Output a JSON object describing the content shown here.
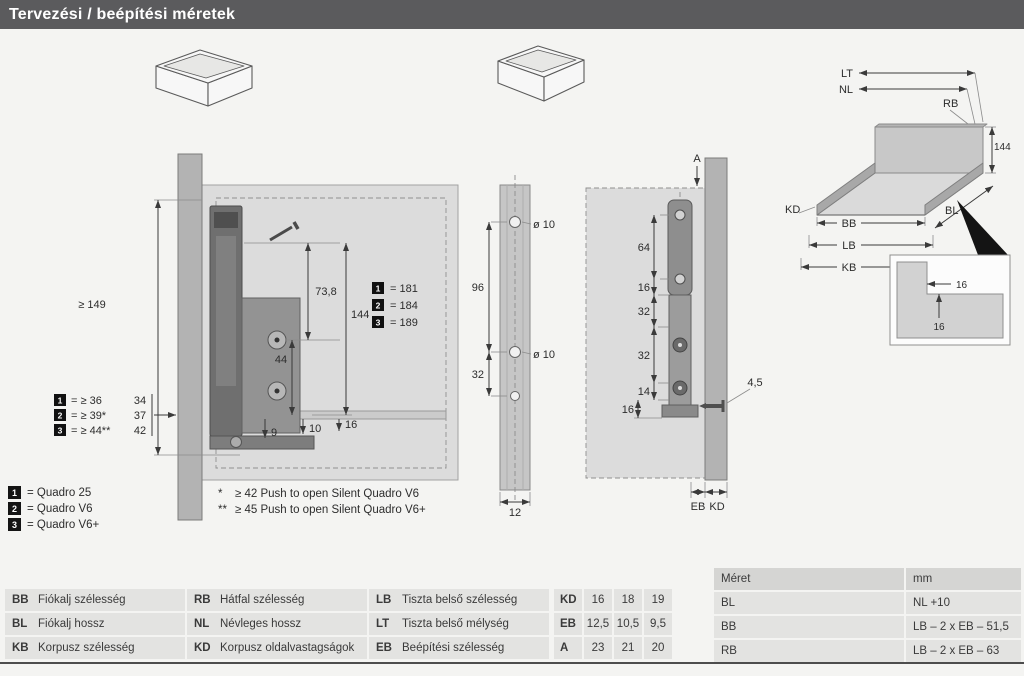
{
  "header": {
    "title": "Tervezési / beépítési méretek"
  },
  "side_view": {
    "dim_min_height": "≥ 149",
    "dim_hole_spacing": "73,8",
    "dim_back_height": "144",
    "dim_bottom_hole": "44",
    "dim_9": "9",
    "dim_10": "10",
    "dim_16": "16",
    "variants": [
      {
        "marker": "1",
        "value": "= 181"
      },
      {
        "marker": "2",
        "value": "= 184"
      },
      {
        "marker": "3",
        "value": "= 189"
      }
    ],
    "clearances": [
      {
        "marker": "1",
        "value": "= ≥ 36",
        "alt": "34"
      },
      {
        "marker": "2",
        "value": "= ≥ 39*",
        "alt": "37"
      },
      {
        "marker": "3",
        "value": "= ≥ 44**",
        "alt": "42"
      }
    ]
  },
  "legend": [
    {
      "marker": "1",
      "label": "= Quadro 25"
    },
    {
      "marker": "2",
      "label": "= Quadro V6"
    },
    {
      "marker": "3",
      "label": "= Quadro V6+"
    }
  ],
  "footnotes": [
    {
      "sym": "*",
      "text": "≥ 42 Push to open Silent Quadro V6"
    },
    {
      "sym": "**",
      "text": "≥ 45 Push to open Silent Quadro V6+"
    }
  ],
  "drill_view": {
    "dia_top": "ø 10",
    "dia_mid": "ø 10",
    "dim_96": "96",
    "dim_32": "32",
    "dim_12": "12"
  },
  "front_view": {
    "label_a": "A",
    "dim_64": "64",
    "dim_16_upper": "16",
    "dim_32_upper": "32",
    "dim_32_lower": "32",
    "dim_14": "14",
    "dim_16_lower": "16",
    "dim_screw": "4,5",
    "label_eb": "EB",
    "label_kd": "KD"
  },
  "iso_view": {
    "lt": "LT",
    "nl": "NL",
    "rb": "RB",
    "back_height": "144",
    "kd": "KD",
    "bb": "BB",
    "bl": "BL",
    "lb": "LB",
    "kb": "KB",
    "detail_16_h": "16",
    "detail_16_v": "16"
  },
  "abbr_table": {
    "rows": [
      [
        {
          "abbr": "BB",
          "label": "Fiókalj szélesség"
        },
        {
          "abbr": "RB",
          "label": "Hátfal szélesség"
        },
        {
          "abbr": "LB",
          "label": "Tiszta belső szélesség"
        }
      ],
      [
        {
          "abbr": "BL",
          "label": "Fiókalj hossz"
        },
        {
          "abbr": "NL",
          "label": "Névleges hossz"
        },
        {
          "abbr": "LT",
          "label": "Tiszta belső mélység"
        }
      ],
      [
        {
          "abbr": "KB",
          "label": "Korpusz szélesség"
        },
        {
          "abbr": "KD",
          "label": "Korpusz oldalvastagságok"
        },
        {
          "abbr": "EB",
          "label": "Beépítési szélesség"
        }
      ]
    ]
  },
  "values_table": {
    "rows": [
      [
        "KD",
        "16",
        "18",
        "19"
      ],
      [
        "EB",
        "12,5",
        "10,5",
        "9,5"
      ],
      [
        "A",
        "23",
        "21",
        "20"
      ]
    ]
  },
  "formula_table": {
    "header": [
      "Méret",
      "mm"
    ],
    "rows": [
      [
        "BL",
        "NL +10"
      ],
      [
        "BB",
        "LB – 2 x EB – 51,5"
      ],
      [
        "RB",
        "LB – 2 x EB – 63"
      ]
    ]
  }
}
